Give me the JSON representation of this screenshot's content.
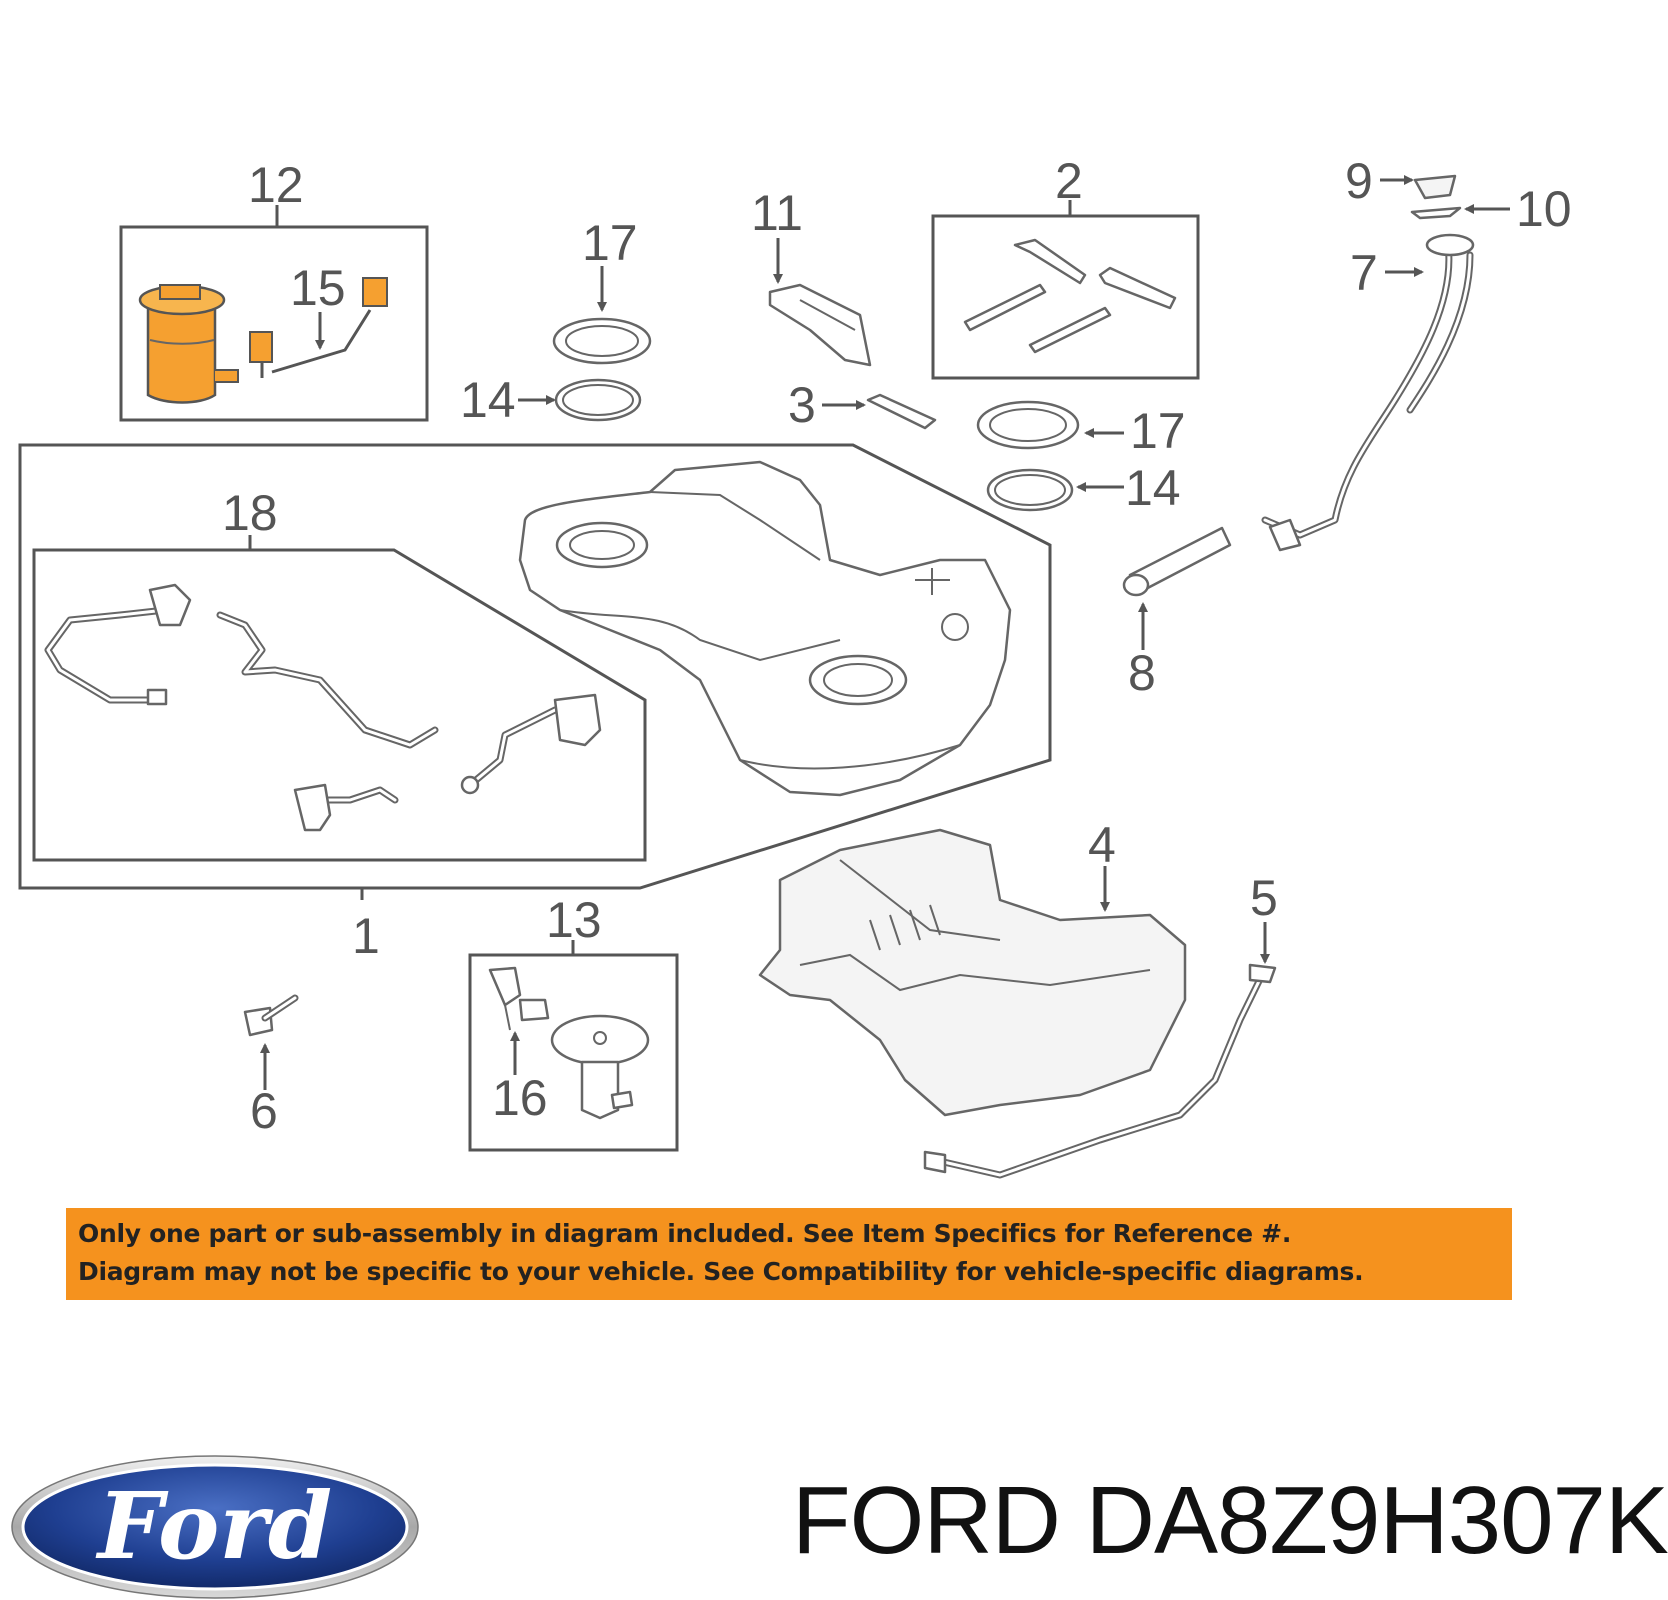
{
  "callouts": [
    {
      "id": "c1",
      "label": "1"
    },
    {
      "id": "c2",
      "label": "2"
    },
    {
      "id": "c3",
      "label": "3"
    },
    {
      "id": "c4",
      "label": "4"
    },
    {
      "id": "c5",
      "label": "5"
    },
    {
      "id": "c6",
      "label": "6"
    },
    {
      "id": "c7",
      "label": "7"
    },
    {
      "id": "c8",
      "label": "8"
    },
    {
      "id": "c9",
      "label": "9"
    },
    {
      "id": "c10",
      "label": "10"
    },
    {
      "id": "c11",
      "label": "11"
    },
    {
      "id": "c12",
      "label": "12"
    },
    {
      "id": "c13",
      "label": "13"
    },
    {
      "id": "c14a",
      "label": "14"
    },
    {
      "id": "c14b",
      "label": "14"
    },
    {
      "id": "c15",
      "label": "15"
    },
    {
      "id": "c16",
      "label": "16"
    },
    {
      "id": "c17a",
      "label": "17"
    },
    {
      "id": "c17b",
      "label": "17"
    },
    {
      "id": "c18",
      "label": "18"
    }
  ],
  "notice": {
    "line1": "Only one part or sub-assembly in diagram included. See Item Specifics for Reference #.",
    "line2": "Diagram may not be specific to your vehicle. See Compatibility for vehicle-specific diagrams."
  },
  "logo": {
    "brand": "Ford"
  },
  "part_label": "FORD DA8Z9H307K",
  "colors": {
    "highlight": "#f5a030",
    "notice_bg": "#f5921e",
    "logo_blue": "#1f3f91"
  }
}
